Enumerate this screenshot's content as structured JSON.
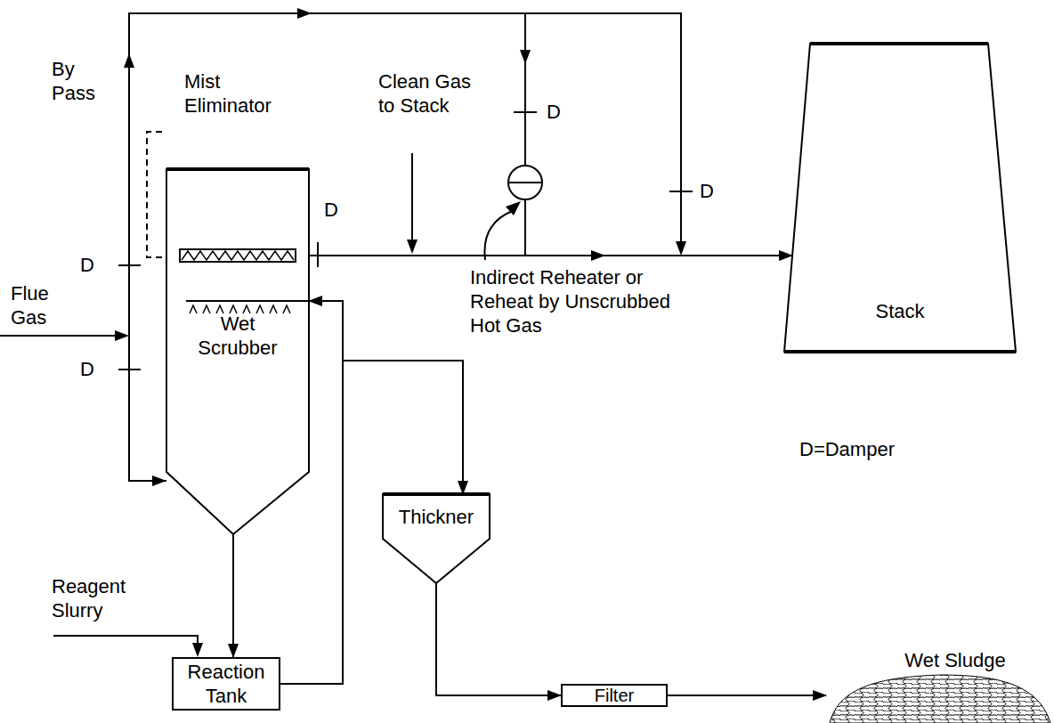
{
  "diagram": {
    "nodes": [
      {
        "text": [
          "Wet Scrubber"
        ]
      },
      {
        "text": [
          "Stack"
        ]
      },
      {
        "text": [
          "Thickner"
        ]
      },
      {
        "text": [
          "Reaction Tank"
        ]
      },
      {
        "text": [
          "Filter"
        ]
      },
      {
        "text": [
          "Wet Sludge"
        ]
      }
    ],
    "edges": [
      {
        "from": 0,
        "to": 1,
        "arrow": "to"
      },
      {
        "from": 0,
        "to": 3,
        "arrow": "to"
      },
      {
        "from": 3,
        "to": 0,
        "arrow": "to"
      },
      {
        "from": 3,
        "to": 2,
        "arrow": "to"
      },
      {
        "from": 2,
        "to": 4,
        "arrow": "to"
      },
      {
        "from": 4,
        "to": 5,
        "arrow": "to"
      }
    ],
    "labels": [
      "By Pass",
      "Mist Eliminator",
      "Clean Gas to Stack",
      "D",
      "D",
      "D",
      "D",
      "D",
      "Flue Gas",
      "Indirect Reheater or Reheat by Unscrubbed Hot Gas",
      "Reagent Slurry",
      "D=Damper"
    ]
  }
}
